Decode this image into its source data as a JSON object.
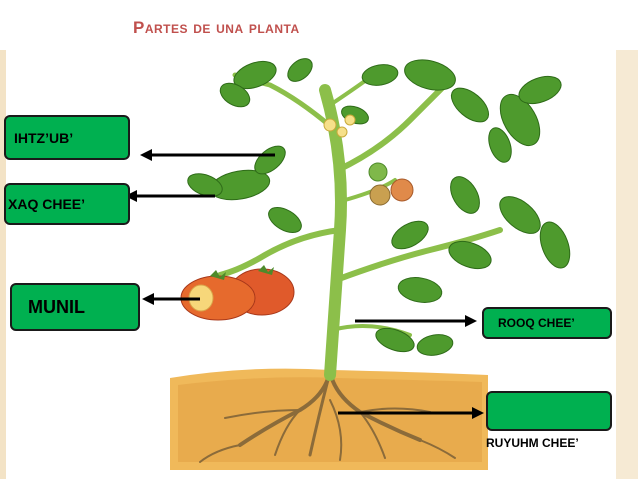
{
  "slide": {
    "title": "Partes de una planta",
    "colors": {
      "title": "#c0504d",
      "label_box_fill": "#00b050",
      "label_box_border": "#1a1a1a",
      "leaf": "#4e9a2d",
      "stem": "#8cbf4a",
      "soil": "#e6a94a",
      "root": "#8b6b3a",
      "fruit": "#e05a2b"
    }
  },
  "labels": {
    "flower": "IHTZ’UB’",
    "stem": "XAQ CHEE’",
    "fruit": "MUNIL",
    "branch": "ROOQ CHEE’",
    "root": "RUYUHM CHEE’"
  },
  "root_box_text": ""
}
